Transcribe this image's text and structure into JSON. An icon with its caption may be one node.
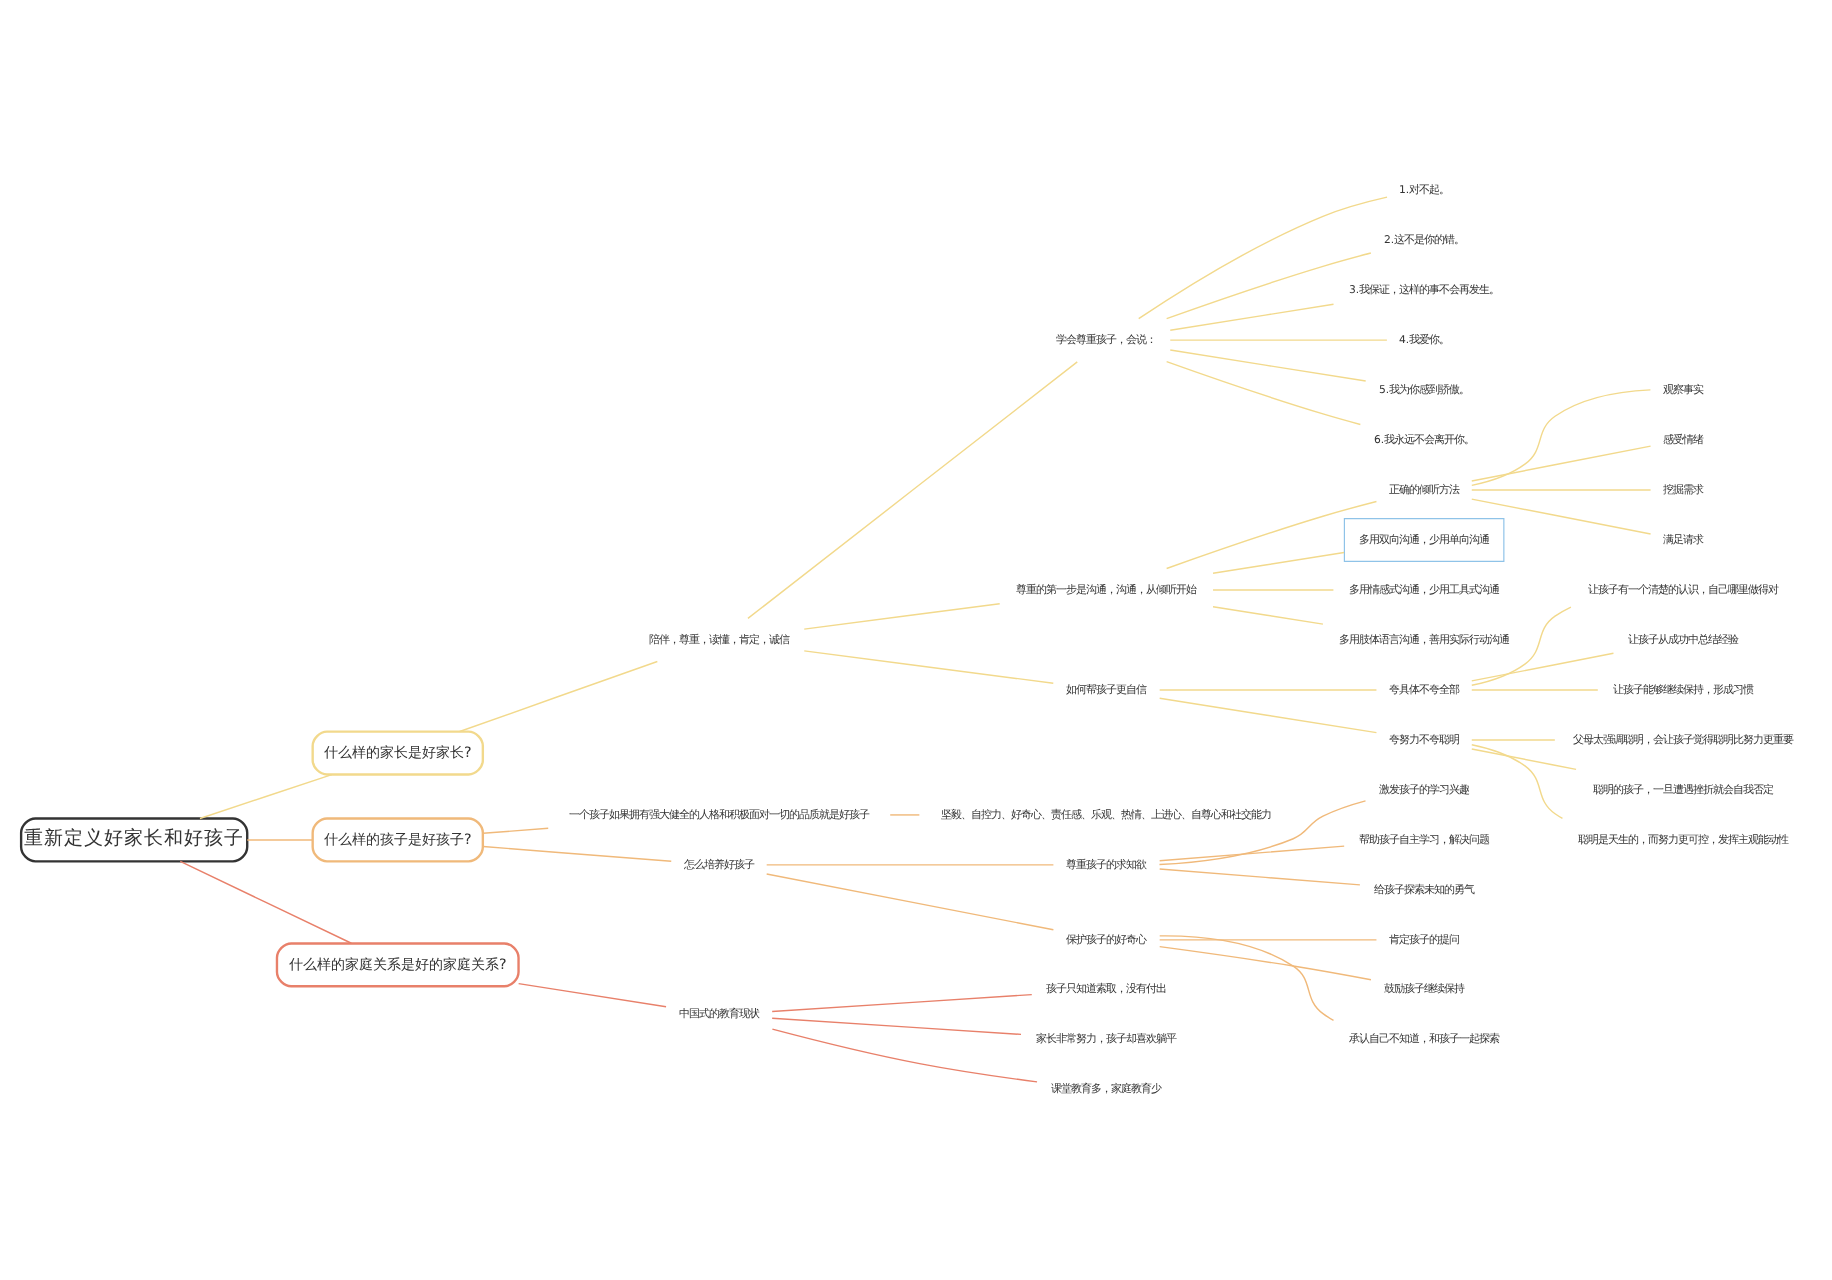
{
  "diagram": {
    "nodes": [
      {
        "text": [
          "重新定义好家长和好孩子"
        ]
      },
      {
        "text": [
          "什么样的家长是好家长?"
        ]
      },
      {
        "text": [
          "陪伴，尊重，读懂，肯定，诚信"
        ]
      },
      {
        "text": [
          "学会尊重孩子，会说："
        ]
      },
      {
        "text": [
          "1.对不起。"
        ]
      },
      {
        "text": [
          "2.这不是你的错。"
        ]
      },
      {
        "text": [
          "3.我保证，这样的事不会再发生。"
        ]
      },
      {
        "text": [
          "4.我爱你。"
        ]
      },
      {
        "text": [
          "5.我为你感到骄傲。"
        ]
      },
      {
        "text": [
          "6.我永远不会离开你。"
        ]
      },
      {
        "text": [
          "尊重的第一步是沟通，沟通，从倾听开始"
        ]
      },
      {
        "text": [
          "正确的倾听方法"
        ]
      },
      {
        "text": [
          "观察事实"
        ]
      },
      {
        "text": [
          "感受情绪"
        ]
      },
      {
        "text": [
          "挖掘需求"
        ]
      },
      {
        "text": [
          "满足请求"
        ]
      },
      {
        "text": [
          "多用双向沟通，少用单向沟通"
        ]
      },
      {
        "text": [
          "多用情感式沟通，少用工具式沟通"
        ]
      },
      {
        "text": [
          "多用肢体语言沟通，善用实际行动沟通"
        ]
      },
      {
        "text": [
          "如何帮孩子更自信"
        ]
      },
      {
        "text": [
          "夸具体不夸全部"
        ]
      },
      {
        "text": [
          "让孩子有一个清楚的认识，自己哪里做得对"
        ]
      },
      {
        "text": [
          "让孩子从成功中总结经验"
        ]
      },
      {
        "text": [
          "让孩子能够继续保持，形成习惯"
        ]
      },
      {
        "text": [
          "夸努力不夸聪明"
        ]
      },
      {
        "text": [
          "父母太强调聪明，会让孩子觉得聪明比努力更重要"
        ]
      },
      {
        "text": [
          "聪明的孩子，一旦遭遇挫折就会自我否定"
        ]
      },
      {
        "text": [
          "聪明是天生的，而努力更可控，发挥主观能动性"
        ]
      },
      {
        "text": [
          "什么样的孩子是好孩子?"
        ]
      },
      {
        "text": [
          "一个孩子如果拥有强大健全的人格和积极面对一切的品质就是好孩子"
        ]
      },
      {
        "text": [
          "坚毅、自控力、好奇心、责任感、乐观、热情、上进心、自尊心和社交能力"
        ]
      },
      {
        "text": [
          "怎么培养好孩子"
        ]
      },
      {
        "text": [
          "尊重孩子的求知欲"
        ]
      },
      {
        "text": [
          "激发孩子的学习兴趣"
        ]
      },
      {
        "text": [
          "帮助孩子自主学习，解决问题"
        ]
      },
      {
        "text": [
          "给孩子探索未知的勇气"
        ]
      },
      {
        "text": [
          "保护孩子的好奇心"
        ]
      },
      {
        "text": [
          "肯定孩子的提问"
        ]
      },
      {
        "text": [
          "鼓励孩子继续保持"
        ]
      },
      {
        "text": [
          "承认自己不知道，和孩子一起探索"
        ]
      },
      {
        "text": [
          "什么样的家庭关系是好的家庭关系?"
        ]
      },
      {
        "text": [
          "中国式的教育现状"
        ]
      },
      {
        "text": [
          "孩子只知道索取，没有付出"
        ]
      },
      {
        "text": [
          "家长非常努力，孩子却喜欢躺平"
        ]
      },
      {
        "text": [
          "课堂教育多，家庭教育少"
        ]
      }
    ],
    "edges": [
      {
        "from": 0,
        "to": 1,
        "arrow": "none"
      },
      {
        "from": 1,
        "to": 2,
        "arrow": "none"
      },
      {
        "from": 2,
        "to": 3,
        "arrow": "none"
      },
      {
        "from": 3,
        "to": 4,
        "arrow": "none"
      },
      {
        "from": 3,
        "to": 5,
        "arrow": "none"
      },
      {
        "from": 3,
        "to": 6,
        "arrow": "none"
      },
      {
        "from": 3,
        "to": 7,
        "arrow": "none"
      },
      {
        "from": 3,
        "to": 8,
        "arrow": "none"
      },
      {
        "from": 3,
        "to": 9,
        "arrow": "none"
      },
      {
        "from": 2,
        "to": 10,
        "arrow": "none"
      },
      {
        "from": 10,
        "to": 11,
        "arrow": "none"
      },
      {
        "from": 11,
        "to": 12,
        "arrow": "none"
      },
      {
        "from": 11,
        "to": 13,
        "arrow": "none"
      },
      {
        "from": 11,
        "to": 14,
        "arrow": "none"
      },
      {
        "from": 11,
        "to": 15,
        "arrow": "none"
      },
      {
        "from": 10,
        "to": 16,
        "arrow": "none"
      },
      {
        "from": 10,
        "to": 17,
        "arrow": "none"
      },
      {
        "from": 10,
        "to": 18,
        "arrow": "none"
      },
      {
        "from": 2,
        "to": 19,
        "arrow": "none"
      },
      {
        "from": 19,
        "to": 20,
        "arrow": "none"
      },
      {
        "from": 20,
        "to": 21,
        "arrow": "none"
      },
      {
        "from": 20,
        "to": 22,
        "arrow": "none"
      },
      {
        "from": 20,
        "to": 23,
        "arrow": "none"
      },
      {
        "from": 19,
        "to": 24,
        "arrow": "none"
      },
      {
        "from": 24,
        "to": 25,
        "arrow": "none"
      },
      {
        "from": 24,
        "to": 26,
        "arrow": "none"
      },
      {
        "from": 24,
        "to": 27,
        "arrow": "none"
      },
      {
        "from": 0,
        "to": 28,
        "arrow": "none",
        "color": "#f0b97a"
      },
      {
        "from": 28,
        "to": 29,
        "arrow": "none",
        "color": "#f0b97a"
      },
      {
        "from": 29,
        "to": 30,
        "arrow": "none",
        "color": "#f0b97a"
      },
      {
        "from": 28,
        "to": 31,
        "arrow": "none",
        "color": "#f0b97a"
      },
      {
        "from": 31,
        "to": 32,
        "arrow": "none",
        "color": "#f0b97a"
      },
      {
        "from": 32,
        "to": 33,
        "arrow": "none",
        "color": "#f0b97a"
      },
      {
        "from": 32,
        "to": 34,
        "arrow": "none",
        "color": "#f0b97a"
      },
      {
        "from": 32,
        "to": 35,
        "arrow": "none",
        "color": "#f0b97a"
      },
      {
        "from": 31,
        "to": 36,
        "arrow": "none",
        "color": "#f0b97a"
      },
      {
        "from": 36,
        "to": 37,
        "arrow": "none",
        "color": "#f0b97a"
      },
      {
        "from": 36,
        "to": 38,
        "arrow": "none",
        "color": "#f0b97a"
      },
      {
        "from": 36,
        "to": 39,
        "arrow": "none",
        "color": "#f0b97a"
      },
      {
        "from": 0,
        "to": 40,
        "arrow": "none",
        "color": "#e8806a"
      },
      {
        "from": 40,
        "to": 41,
        "arrow": "none",
        "color": "#e8806a"
      },
      {
        "from": 41,
        "to": 42,
        "arrow": "none",
        "color": "#e8806a"
      },
      {
        "from": 41,
        "to": 43,
        "arrow": "none",
        "color": "#e8806a"
      },
      {
        "from": 41,
        "to": 44,
        "arrow": "none",
        "color": "#e8806a"
      }
    ]
  }
}
